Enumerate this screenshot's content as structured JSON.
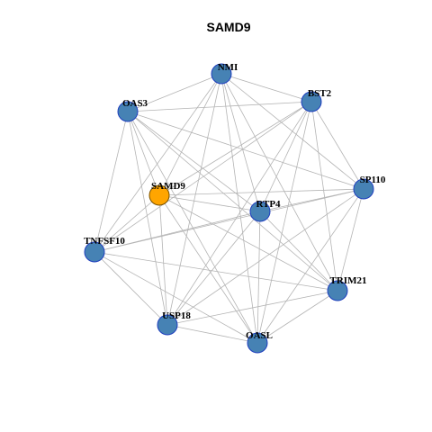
{
  "title": "SAMD9",
  "colors": {
    "node_fill": "#4682B4",
    "node_stroke": "#1f3fbf",
    "hub_fill": "#FFA500",
    "hub_stroke": "#7a5200",
    "edge": "#b4b4b4",
    "label": "#000000"
  },
  "nodes": [
    {
      "id": "NMI",
      "label": "NMI",
      "hub": false
    },
    {
      "id": "BST2",
      "label": "BST2",
      "hub": false
    },
    {
      "id": "OAS3",
      "label": "OAS3",
      "hub": false
    },
    {
      "id": "SP110",
      "label": "SP110",
      "hub": false
    },
    {
      "id": "SAMD9",
      "label": "SAMD9",
      "hub": true
    },
    {
      "id": "RTP4",
      "label": "RTP4",
      "hub": false
    },
    {
      "id": "TNFSF10",
      "label": "TNFSF10",
      "hub": false
    },
    {
      "id": "TRIM21",
      "label": "TRIM21",
      "hub": false
    },
    {
      "id": "USP18",
      "label": "USP18",
      "hub": false
    },
    {
      "id": "OASL",
      "label": "OASL",
      "hub": false
    }
  ],
  "edges": [
    [
      "NMI",
      "BST2"
    ],
    [
      "NMI",
      "OAS3"
    ],
    [
      "NMI",
      "SP110"
    ],
    [
      "NMI",
      "SAMD9"
    ],
    [
      "NMI",
      "RTP4"
    ],
    [
      "NMI",
      "TNFSF10"
    ],
    [
      "NMI",
      "TRIM21"
    ],
    [
      "NMI",
      "USP18"
    ],
    [
      "NMI",
      "OASL"
    ],
    [
      "BST2",
      "OAS3"
    ],
    [
      "BST2",
      "SP110"
    ],
    [
      "BST2",
      "SAMD9"
    ],
    [
      "BST2",
      "RTP4"
    ],
    [
      "BST2",
      "TNFSF10"
    ],
    [
      "BST2",
      "TRIM21"
    ],
    [
      "BST2",
      "USP18"
    ],
    [
      "BST2",
      "OASL"
    ],
    [
      "OAS3",
      "SP110"
    ],
    [
      "OAS3",
      "SAMD9"
    ],
    [
      "OAS3",
      "RTP4"
    ],
    [
      "OAS3",
      "TNFSF10"
    ],
    [
      "OAS3",
      "TRIM21"
    ],
    [
      "OAS3",
      "USP18"
    ],
    [
      "OAS3",
      "OASL"
    ],
    [
      "SP110",
      "SAMD9"
    ],
    [
      "SP110",
      "RTP4"
    ],
    [
      "SP110",
      "TNFSF10"
    ],
    [
      "SP110",
      "TRIM21"
    ],
    [
      "SP110",
      "USP18"
    ],
    [
      "SP110",
      "OASL"
    ],
    [
      "SAMD9",
      "RTP4"
    ],
    [
      "SAMD9",
      "TNFSF10"
    ],
    [
      "SAMD9",
      "TRIM21"
    ],
    [
      "SAMD9",
      "USP18"
    ],
    [
      "SAMD9",
      "OASL"
    ],
    [
      "RTP4",
      "TNFSF10"
    ],
    [
      "RTP4",
      "TRIM21"
    ],
    [
      "RTP4",
      "USP18"
    ],
    [
      "RTP4",
      "OASL"
    ],
    [
      "TNFSF10",
      "TRIM21"
    ],
    [
      "TNFSF10",
      "USP18"
    ],
    [
      "TNFSF10",
      "OASL"
    ],
    [
      "TRIM21",
      "USP18"
    ],
    [
      "TRIM21",
      "OASL"
    ],
    [
      "USP18",
      "OASL"
    ]
  ]
}
